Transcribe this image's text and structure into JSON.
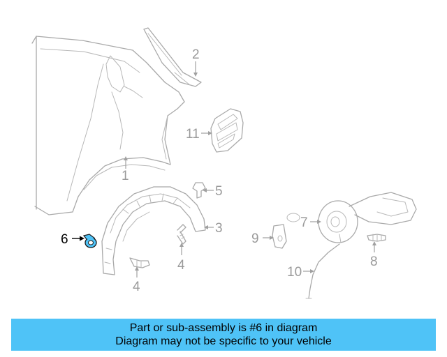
{
  "callouts": {
    "c1": "1",
    "c2": "2",
    "c3": "3",
    "c4a": "4",
    "c4b": "4",
    "c5": "5",
    "c6": "6",
    "c7": "7",
    "c8": "8",
    "c9": "9",
    "c10": "10",
    "c11": "11"
  },
  "highlight": {
    "part_number": "6",
    "color": "#4fc3f7"
  },
  "banner": {
    "line1": "Part or sub-assembly is #6 in diagram",
    "line2": "Diagram may not be specific to your vehicle",
    "background": "#4fc3f7"
  }
}
